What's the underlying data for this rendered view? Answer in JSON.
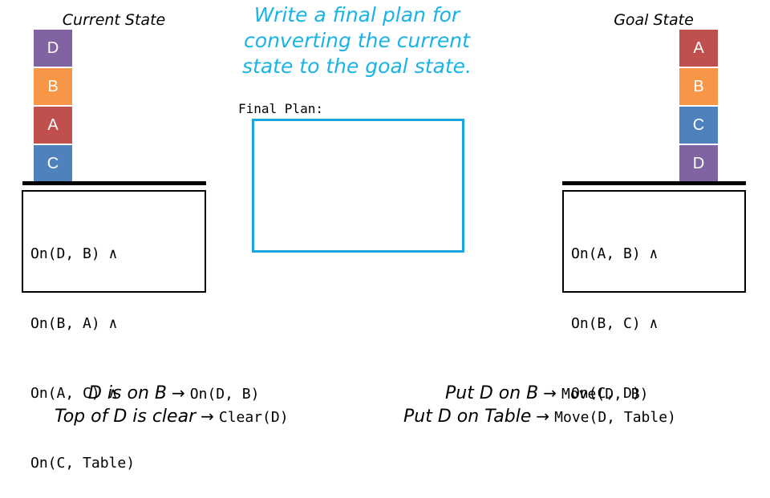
{
  "current_state": {
    "title": "Current State",
    "blocks_top_to_bottom": [
      {
        "label": "D",
        "color": "#8064a2"
      },
      {
        "label": "B",
        "color": "#f79646"
      },
      {
        "label": "A",
        "color": "#c0504d"
      },
      {
        "label": "C",
        "color": "#4f81bd"
      }
    ],
    "predicates": [
      "On(D, B) ∧",
      "On(B, A) ∧",
      "On(A, C) ∧",
      "On(C, Table)"
    ]
  },
  "goal_state": {
    "title": "Goal State",
    "blocks_top_to_bottom": [
      {
        "label": "A",
        "color": "#c0504d"
      },
      {
        "label": "B",
        "color": "#f79646"
      },
      {
        "label": "C",
        "color": "#4f81bd"
      },
      {
        "label": "D",
        "color": "#8064a2"
      }
    ],
    "predicates": [
      "On(A, B) ∧",
      "On(B, C) ∧",
      "On(C, D)"
    ]
  },
  "prompt": {
    "lines": [
      "Write a final plan for",
      "converting the current",
      "state to the goal state."
    ],
    "color": "#19b3e6"
  },
  "plan": {
    "label": "Final Plan:",
    "border_color": "#1aa7e0"
  },
  "legend": {
    "left": [
      {
        "phrase": "D is on B",
        "arrow": "→",
        "code": "On(D, B)"
      },
      {
        "phrase": "Top of D is clear",
        "arrow": "→",
        "code": "Clear(D)"
      }
    ],
    "right": [
      {
        "phrase": "Put D on B",
        "arrow": "→",
        "code": "Move(D, B)"
      },
      {
        "phrase": "Put D on Table",
        "arrow": "→",
        "code": "Move(D, Table)"
      }
    ]
  }
}
